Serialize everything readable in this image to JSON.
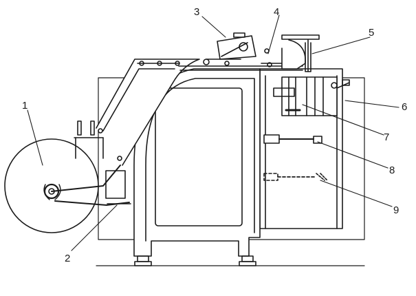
{
  "diagram": {
    "callouts": [
      {
        "id": "c1",
        "label": "1"
      },
      {
        "id": "c2",
        "label": "2"
      },
      {
        "id": "c3",
        "label": "3"
      },
      {
        "id": "c4",
        "label": "4"
      },
      {
        "id": "c5",
        "label": "5"
      },
      {
        "id": "c6",
        "label": "6"
      },
      {
        "id": "c7",
        "label": "7"
      },
      {
        "id": "c8",
        "label": "8"
      },
      {
        "id": "c9",
        "label": "9"
      }
    ],
    "colors": {
      "ink": "#1a1a1a",
      "paper": "#ffffff"
    }
  }
}
